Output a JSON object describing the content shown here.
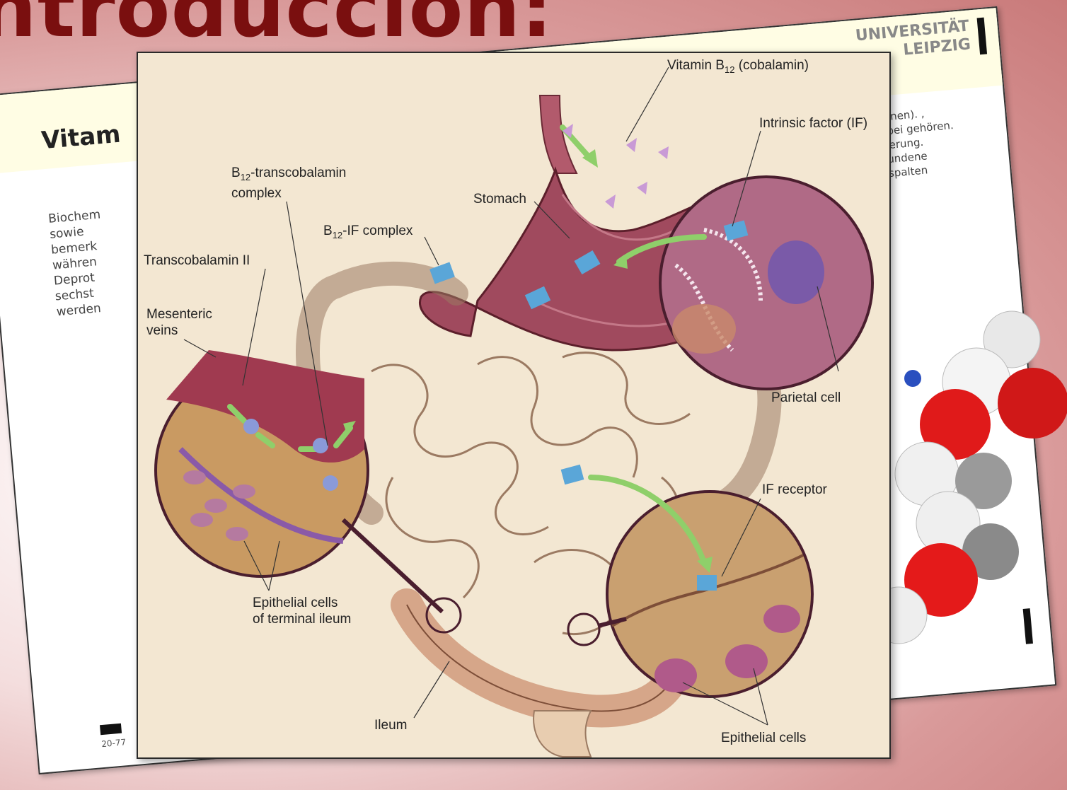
{
  "page_title": "ntroducción:",
  "background_slide": {
    "heading": "Vitam",
    "university_logo_line1": "UNIVERSITÄT",
    "university_logo_line2": "LEIPZIG",
    "left_text": "Biochem sowie bemerk währen Deprot sechst werden",
    "right_text": "ktionen). , wobei gehören. onierung. ebundene gespalten",
    "footer": "20-77"
  },
  "diagram": {
    "labels": {
      "vitamin_b12": "Vitamin B",
      "vitamin_b12_sub": "12",
      "vitamin_b12_rest": " (cobalamin)",
      "intrinsic_factor": "Intrinsic factor (IF)",
      "b12_transcobalamin_pre": "B",
      "b12_transcobalamin_sub": "12",
      "b12_transcobalamin_rest": "-transcobalamin",
      "b12_transcobalamin_line2": "complex",
      "stomach": "Stomach",
      "b12_if_pre": "B",
      "b12_if_sub": "12",
      "b12_if_rest": "-IF complex",
      "transcobalamin_ii": "Transcobalamin II",
      "mesenteric_line1": "Mesenteric",
      "mesenteric_line2": "veins",
      "parietal_cell": "Parietal cell",
      "if_receptor": "IF receptor",
      "epithelial_terminal_line1": "Epithelial cells",
      "epithelial_terminal_line2": "of terminal ileum",
      "ileum": "Ileum",
      "epithelial_cells": "Epithelial cells"
    }
  },
  "colors": {
    "title": "#7a0f0f",
    "panel_bg": "#f3e7d2",
    "stomach": "#a04a5e",
    "intestine_outline": "#9b7a62",
    "arrow_green": "#8fcf6a",
    "complex_blue": "#5aa6d8",
    "b12_pink": "#c99ad6"
  }
}
